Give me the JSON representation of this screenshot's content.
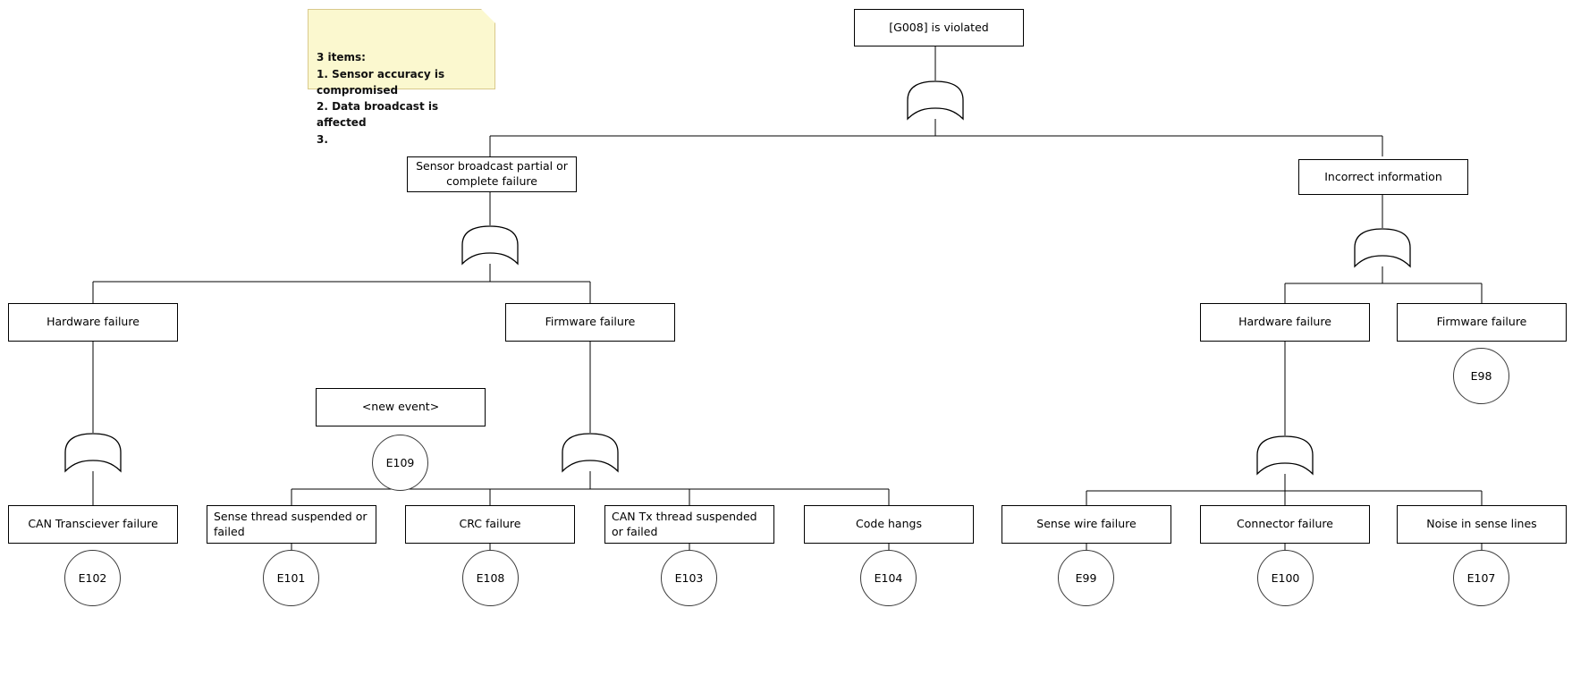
{
  "diagram": {
    "type": "fault-tree",
    "title": "[G008] fault tree"
  },
  "note": {
    "name": "sticky-note",
    "text": "3 items:\n1. Sensor accuracy is compromised\n2. Data broadcast is affected\n3.",
    "bg_color": "#fbf8cf",
    "border_color": "#d9c98b"
  },
  "nodes": {
    "root": {
      "label": "[G008] is violated"
    },
    "l2_left": {
      "label": "Sensor broadcast partial or complete failure"
    },
    "l2_right": {
      "label": "Incorrect information"
    },
    "l3_hw_left": {
      "label": "Hardware failure"
    },
    "l3_fw_left": {
      "label": "Firmware failure"
    },
    "l3_hw_right": {
      "label": "Hardware failure"
    },
    "l3_fw_right": {
      "label": "Firmware failure"
    },
    "new_event": {
      "label": "<new event>"
    },
    "leaf_can_transciever": {
      "label": "CAN Transciever failure"
    },
    "leaf_sense_thread": {
      "label": "Sense thread suspended or failed"
    },
    "leaf_crc": {
      "label": "CRC failure"
    },
    "leaf_can_tx_thread": {
      "label": "CAN Tx thread suspended or failed"
    },
    "leaf_code_hangs": {
      "label": "Code hangs"
    },
    "leaf_sense_wire": {
      "label": "Sense wire failure"
    },
    "leaf_connector": {
      "label": "Connector failure"
    },
    "leaf_noise": {
      "label": "Noise in sense lines"
    }
  },
  "events": {
    "e98": {
      "id": "E98"
    },
    "e109": {
      "id": "E109"
    },
    "e102": {
      "id": "E102"
    },
    "e101": {
      "id": "E101"
    },
    "e108": {
      "id": "E108"
    },
    "e103": {
      "id": "E103"
    },
    "e104": {
      "id": "E104"
    },
    "e99": {
      "id": "E99"
    },
    "e100": {
      "id": "E100"
    },
    "e107": {
      "id": "E107"
    }
  },
  "gates": {
    "g_root": {
      "kind": "or-gate"
    },
    "g_l2_left": {
      "kind": "or-gate"
    },
    "g_l2_right": {
      "kind": "or-gate"
    },
    "g_hw_left": {
      "kind": "or-gate"
    },
    "g_fw_left": {
      "kind": "or-gate"
    },
    "g_hw_right": {
      "kind": "or-gate"
    }
  },
  "colors": {
    "stroke": "#000000",
    "background": "#ffffff",
    "circle_stroke": "#3a3a3a"
  }
}
